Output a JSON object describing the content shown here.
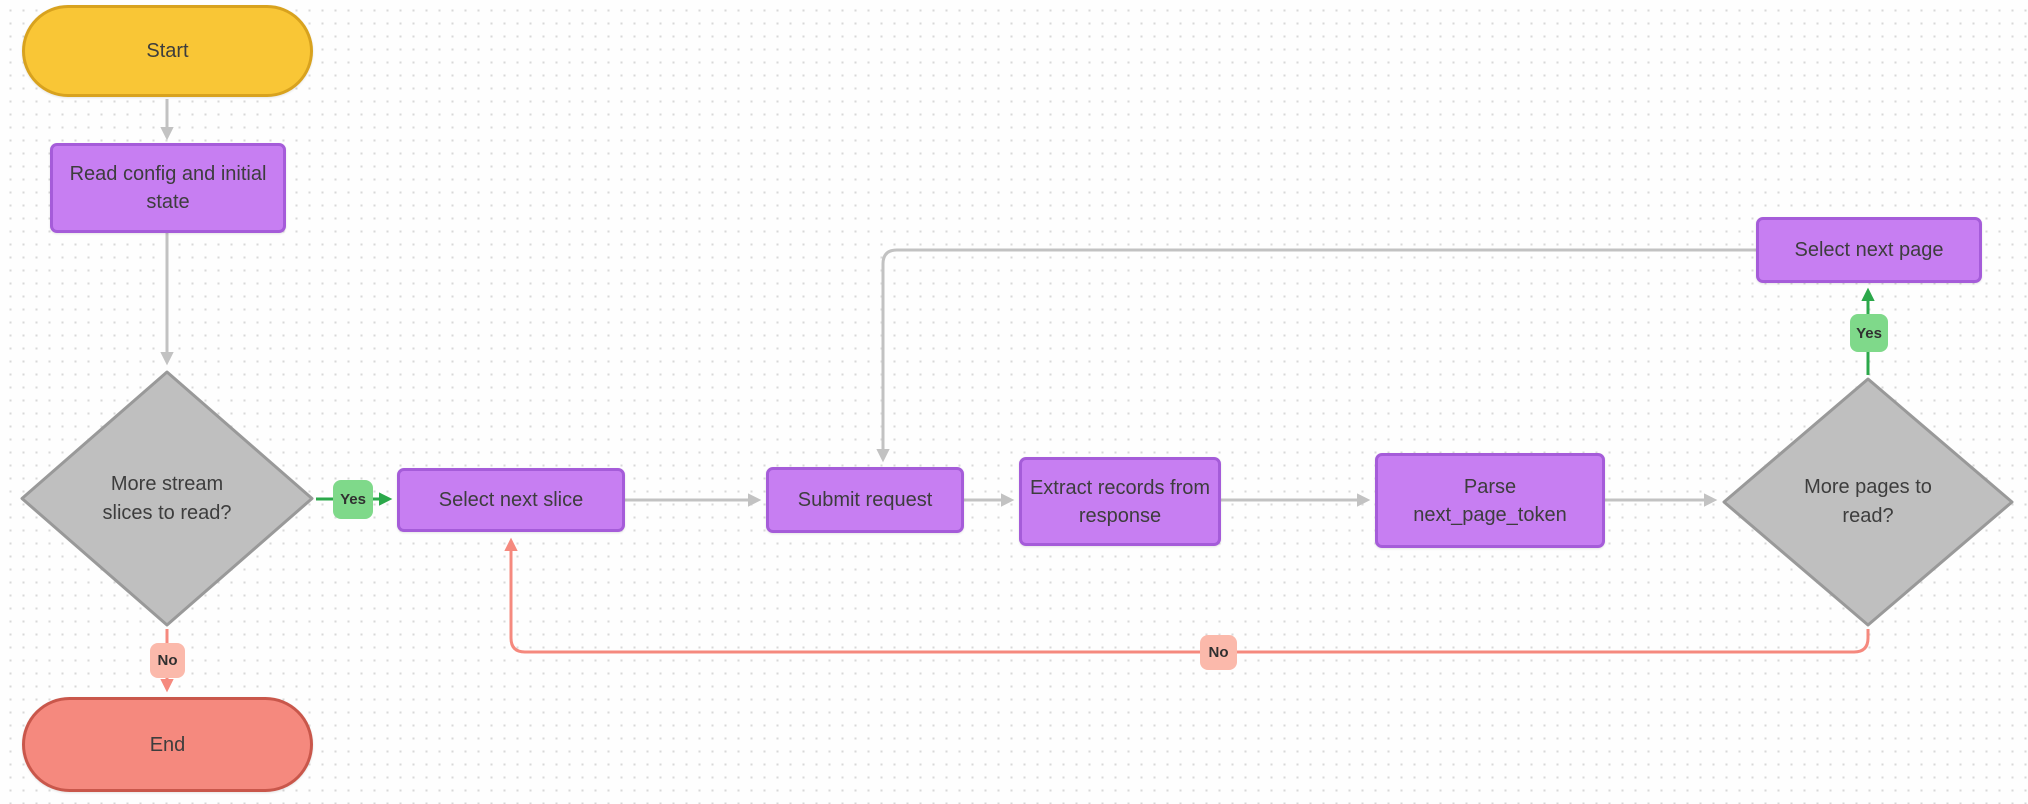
{
  "canvas": {
    "background": "#FEFEFE",
    "dot_color": "#D8D8D8"
  },
  "colors": {
    "canvas_bg": "#FEFEFE",
    "dot_color": "#D8D8D8",
    "start_fill": "#F9C636",
    "start_border": "#D8A21E",
    "process_fill": "#C77EF2",
    "process_border": "#A55CD9",
    "decision_fill": "#BFBFBF",
    "decision_border": "#999999",
    "end_fill": "#F5897E",
    "end_border": "#C9574B",
    "edge_gray": "#C2C2C2",
    "edge_yes": "#2BA84A",
    "edge_no": "#F5897E",
    "badge_yes_bg": "#7FD98A",
    "badge_no_bg": "#FBB9AB",
    "text": "#3D3D3D"
  },
  "nodes": {
    "start": {
      "label": "Start",
      "type": "terminator"
    },
    "read_config": {
      "label": "Read config and initial state",
      "type": "process"
    },
    "more_slices": {
      "label": "More stream slices to read?",
      "type": "decision"
    },
    "select_slice": {
      "label": "Select next slice",
      "type": "process"
    },
    "submit_request": {
      "label": "Submit request",
      "type": "process"
    },
    "extract_records": {
      "label": "Extract records from response",
      "type": "process"
    },
    "parse_token": {
      "label": "Parse next_page_token",
      "type": "process"
    },
    "more_pages": {
      "label": "More pages to read?",
      "type": "decision"
    },
    "select_page": {
      "label": "Select next page",
      "type": "process"
    },
    "end": {
      "label": "End",
      "type": "terminator"
    }
  },
  "edge_labels": {
    "more_slices_yes": "Yes",
    "more_slices_no": "No",
    "more_pages_yes": "Yes",
    "more_pages_no": "No"
  },
  "edges": [
    {
      "from": "start",
      "to": "read_config"
    },
    {
      "from": "read_config",
      "to": "more_slices"
    },
    {
      "from": "more_slices",
      "to": "select_slice",
      "label": "Yes"
    },
    {
      "from": "more_slices",
      "to": "end",
      "label": "No"
    },
    {
      "from": "select_slice",
      "to": "submit_request"
    },
    {
      "from": "submit_request",
      "to": "extract_records"
    },
    {
      "from": "extract_records",
      "to": "parse_token"
    },
    {
      "from": "parse_token",
      "to": "more_pages"
    },
    {
      "from": "more_pages",
      "to": "select_page",
      "label": "Yes"
    },
    {
      "from": "more_pages",
      "to": "select_slice",
      "label": "No"
    },
    {
      "from": "select_page",
      "to": "submit_request"
    }
  ]
}
